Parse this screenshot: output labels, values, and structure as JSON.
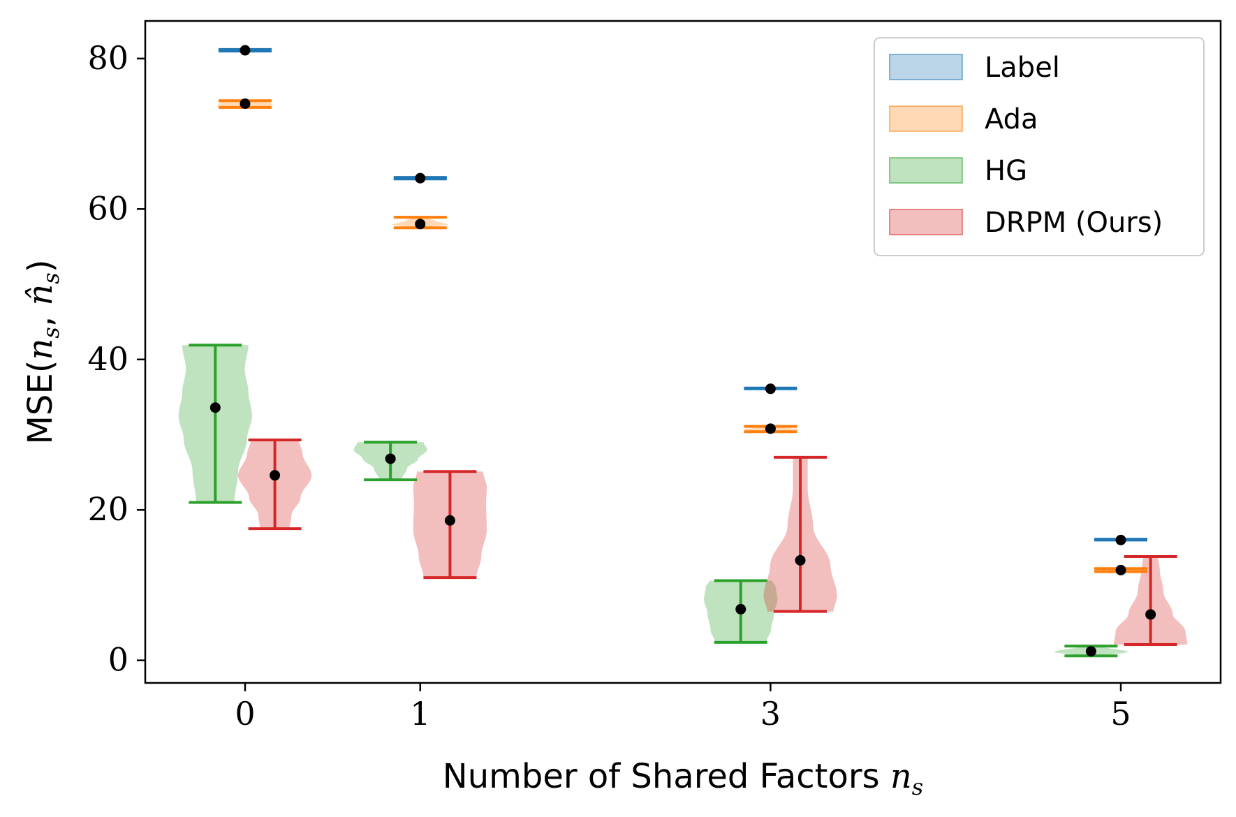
{
  "chart_data": {
    "type": "violin",
    "xlabel": "Number of Shared Factors",
    "xlabel_math": "n",
    "xlabel_math_sub": "s",
    "ylabel": "MSE(",
    "ylabel_math_1": "n",
    "ylabel_math_1_sub": "s",
    "ylabel_comma": ", ",
    "ylabel_math_2": "n̂",
    "ylabel_math_2_sub": "s",
    "ylabel_close": ")",
    "categories": [
      "0",
      "1",
      "3",
      "5"
    ],
    "x_positions": [
      0,
      1,
      3,
      5
    ],
    "ylim": [
      -3,
      85
    ],
    "yticks": [
      0,
      20,
      40,
      60,
      80
    ],
    "legend_position": "top-right",
    "series": [
      {
        "name": "Label",
        "color": "#1f77b4",
        "offset": 0,
        "groups": [
          {
            "x": 0,
            "min": 81.0,
            "max": 81.2,
            "mean": 81.1,
            "width": 0.09,
            "kde": [
              [
                0,
                0.2
              ],
              [
                0.5,
                1
              ],
              [
                1,
                0.2
              ]
            ]
          },
          {
            "x": 1,
            "min": 64.0,
            "max": 64.2,
            "mean": 64.1,
            "width": 0.09,
            "kde": [
              [
                0,
                0.2
              ],
              [
                0.5,
                1
              ],
              [
                1,
                0.2
              ]
            ]
          },
          {
            "x": 3,
            "min": 36.1,
            "max": 36.2,
            "mean": 36.1,
            "width": 0.09,
            "kde": [
              [
                0,
                0.2
              ],
              [
                0.5,
                1
              ],
              [
                1,
                0.2
              ]
            ]
          },
          {
            "x": 5,
            "min": 16.0,
            "max": 16.1,
            "mean": 16.0,
            "width": 0.09,
            "kde": [
              [
                0,
                0.2
              ],
              [
                0.5,
                1
              ],
              [
                1,
                0.2
              ]
            ]
          }
        ]
      },
      {
        "name": "Ada",
        "color": "#ff7f0e",
        "offset": 0,
        "groups": [
          {
            "x": 0,
            "min": 73.5,
            "max": 74.4,
            "mean": 74.0,
            "width": 0.16,
            "kde": [
              [
                0,
                0.15
              ],
              [
                0.3,
                1
              ],
              [
                0.7,
                0.9
              ],
              [
                1,
                0.15
              ]
            ]
          },
          {
            "x": 1,
            "min": 57.5,
            "max": 58.9,
            "mean": 58.0,
            "width": 0.16,
            "kde": [
              [
                0,
                0.15
              ],
              [
                0.3,
                1
              ],
              [
                0.7,
                0.5
              ],
              [
                1,
                0.15
              ]
            ]
          },
          {
            "x": 3,
            "min": 30.4,
            "max": 31.1,
            "mean": 30.8,
            "width": 0.16,
            "kde": [
              [
                0,
                0.2
              ],
              [
                0.4,
                1
              ],
              [
                1,
                0.2
              ]
            ]
          },
          {
            "x": 5,
            "min": 11.8,
            "max": 12.2,
            "mean": 12.0,
            "width": 0.16,
            "kde": [
              [
                0,
                0.2
              ],
              [
                0.5,
                1
              ],
              [
                1,
                0.2
              ]
            ]
          }
        ]
      },
      {
        "name": "HG",
        "color": "#2ca02c",
        "offset": -0.17,
        "groups": [
          {
            "x": 0,
            "min": 21.0,
            "max": 41.9,
            "mean": 33.6,
            "width": 0.21,
            "kde": [
              [
                0,
                0.52
              ],
              [
                0.2,
                0.62
              ],
              [
                0.4,
                0.86
              ],
              [
                0.55,
                1.0
              ],
              [
                0.7,
                0.9
              ],
              [
                0.85,
                0.8
              ],
              [
                1,
                0.9
              ]
            ]
          },
          {
            "x": 1,
            "min": 24.0,
            "max": 29.0,
            "mean": 26.8,
            "width": 0.21,
            "kde": [
              [
                0,
                0.3
              ],
              [
                0.3,
                0.45
              ],
              [
                0.55,
                0.75
              ],
              [
                0.8,
                1.0
              ],
              [
                1,
                0.9
              ]
            ]
          },
          {
            "x": 3,
            "min": 2.4,
            "max": 10.6,
            "mean": 6.8,
            "width": 0.21,
            "kde": [
              [
                0,
                0.7
              ],
              [
                0.2,
                0.82
              ],
              [
                0.45,
                0.9
              ],
              [
                0.7,
                1.0
              ],
              [
                0.9,
                0.95
              ],
              [
                1,
                0.85
              ]
            ]
          },
          {
            "x": 5,
            "min": 0.6,
            "max": 1.9,
            "mean": 1.2,
            "width": 0.21,
            "kde": [
              [
                0,
                0.3
              ],
              [
                0.4,
                1.0
              ],
              [
                1,
                0.25
              ]
            ]
          }
        ]
      },
      {
        "name": "DRPM (Ours)",
        "color": "#d62728",
        "offset": 0.17,
        "groups": [
          {
            "x": 0,
            "min": 17.5,
            "max": 29.3,
            "mean": 24.6,
            "width": 0.21,
            "kde": [
              [
                0,
                0.4
              ],
              [
                0.15,
                0.45
              ],
              [
                0.35,
                0.7
              ],
              [
                0.6,
                1.0
              ],
              [
                0.85,
                0.75
              ],
              [
                1,
                0.65
              ]
            ]
          },
          {
            "x": 1,
            "min": 11.0,
            "max": 25.1,
            "mean": 18.6,
            "width": 0.21,
            "kde": [
              [
                0,
                0.72
              ],
              [
                0.2,
                0.85
              ],
              [
                0.45,
                1.0
              ],
              [
                0.7,
                0.98
              ],
              [
                0.85,
                1.0
              ],
              [
                1,
                0.9
              ]
            ]
          },
          {
            "x": 3,
            "min": 6.5,
            "max": 27.0,
            "mean": 13.3,
            "width": 0.21,
            "kde": [
              [
                0,
                0.9
              ],
              [
                0.1,
                1.0
              ],
              [
                0.3,
                0.82
              ],
              [
                0.55,
                0.35
              ],
              [
                0.8,
                0.2
              ],
              [
                1,
                0.2
              ]
            ]
          },
          {
            "x": 5,
            "min": 2.1,
            "max": 13.8,
            "mean": 6.1,
            "width": 0.21,
            "kde": [
              [
                0,
                1.0
              ],
              [
                0.15,
                0.95
              ],
              [
                0.35,
                0.6
              ],
              [
                0.6,
                0.35
              ],
              [
                0.85,
                0.25
              ],
              [
                1,
                0.2
              ]
            ]
          }
        ]
      }
    ]
  }
}
